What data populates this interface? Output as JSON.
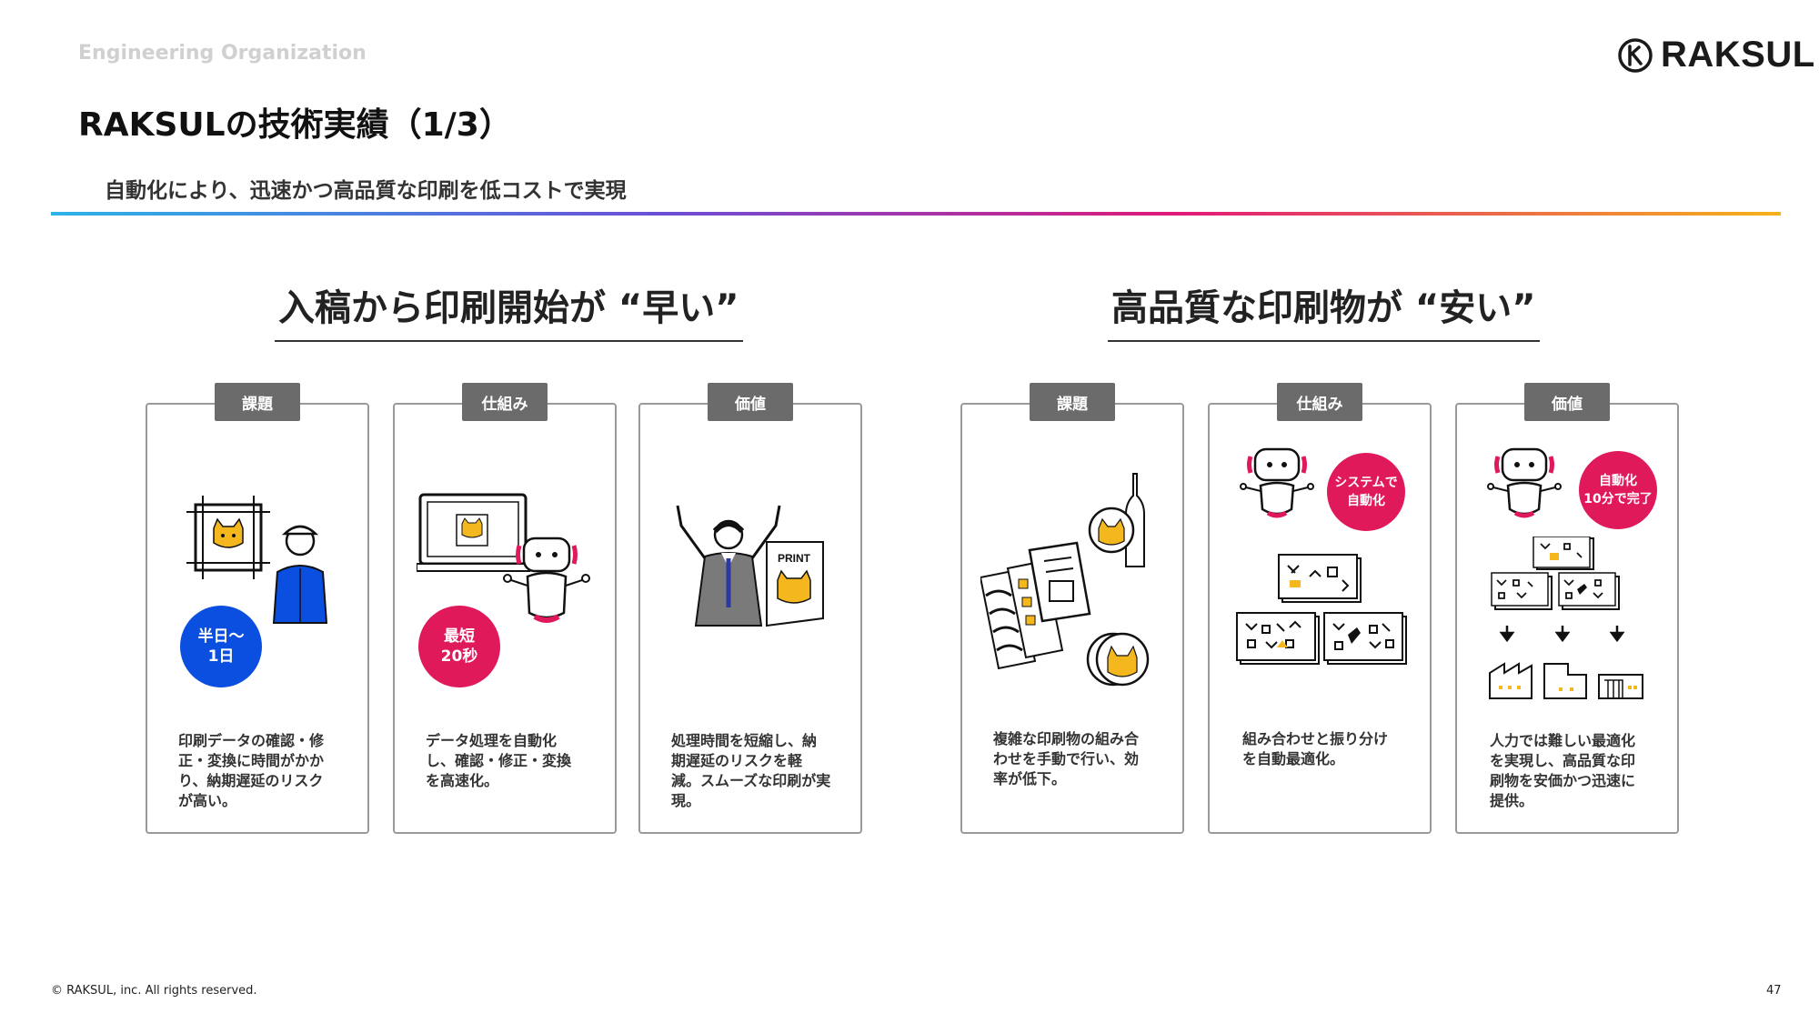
{
  "header": {
    "section_label": "Engineering Organization",
    "title": "RAKSULの技術実績（1/3）",
    "subtitle": "自動化により、迅速かつ高品質な印刷を低コストで実現",
    "logo_text": "RAKSUL"
  },
  "colors": {
    "brand_pink": "#e0195b",
    "badge_blue": "#0a4fe0",
    "cat_yellow": "#f4b71e",
    "tag_gray": "#6b6b6b"
  },
  "left_panel": {
    "heading": "入稿から印刷開始が “早い”",
    "cards": [
      {
        "tag": "課題",
        "badge": [
          "半日〜",
          "1日"
        ],
        "text": [
          "印刷データの確認・修",
          "正・変換に時間がかか",
          "り、納期遅延のリスク",
          "が高い。"
        ]
      },
      {
        "tag": "仕組み",
        "badge": [
          "最短",
          "20秒"
        ],
        "text": [
          "データ処理を自動化",
          "し、確認・修正・変換",
          "を高速化。"
        ]
      },
      {
        "tag": "価値",
        "illus_label": "PRINT",
        "text": [
          "処理時間を短縮し、納",
          "期遅延のリスクを軽",
          "減。スムーズな印刷が実",
          "現。"
        ]
      }
    ]
  },
  "right_panel": {
    "heading": "高品質な印刷物が “安い”",
    "cards": [
      {
        "tag": "課題",
        "text": [
          "複雑な印刷物の組み合",
          "わせを手動で行い、効",
          "率が低下。"
        ]
      },
      {
        "tag": "仕組み",
        "badge": [
          "システムで",
          "自動化"
        ],
        "text": [
          "組み合わせと振り分け",
          "を自動最適化。"
        ]
      },
      {
        "tag": "価値",
        "badge": [
          "自動化",
          "10分で完了"
        ],
        "text": [
          "人力では難しい最適化",
          "を実現し、高品質な印",
          "刷物を安価かつ迅速に",
          "提供。"
        ]
      }
    ]
  },
  "footer": {
    "copyright": "© RAKSUL, inc. All rights reserved.",
    "page_number": "47"
  }
}
